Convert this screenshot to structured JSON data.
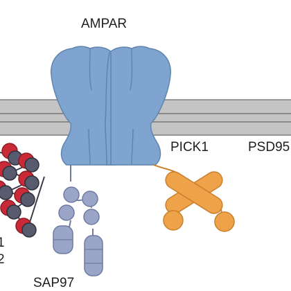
{
  "labels": {
    "ampar": "AMPAR",
    "pick1": "PICK1",
    "psd95": "PSD95",
    "sap97": "SAP97",
    "left_edge_1": "1",
    "left_edge_2": "2"
  },
  "colors": {
    "ampar": "#7ea4cf",
    "ampar_outline": "#5f84ad",
    "membrane_band": "#c4c4c4",
    "membrane_outline": "#7d7d7d",
    "pick1": "#eea34b",
    "pick1_outline": "#c97e2a",
    "sap97": "#9aa5c7",
    "sap97_outline": "#6e7aa0",
    "left_protein_red": "#c92a38",
    "left_protein_dark": "#585a6e"
  }
}
